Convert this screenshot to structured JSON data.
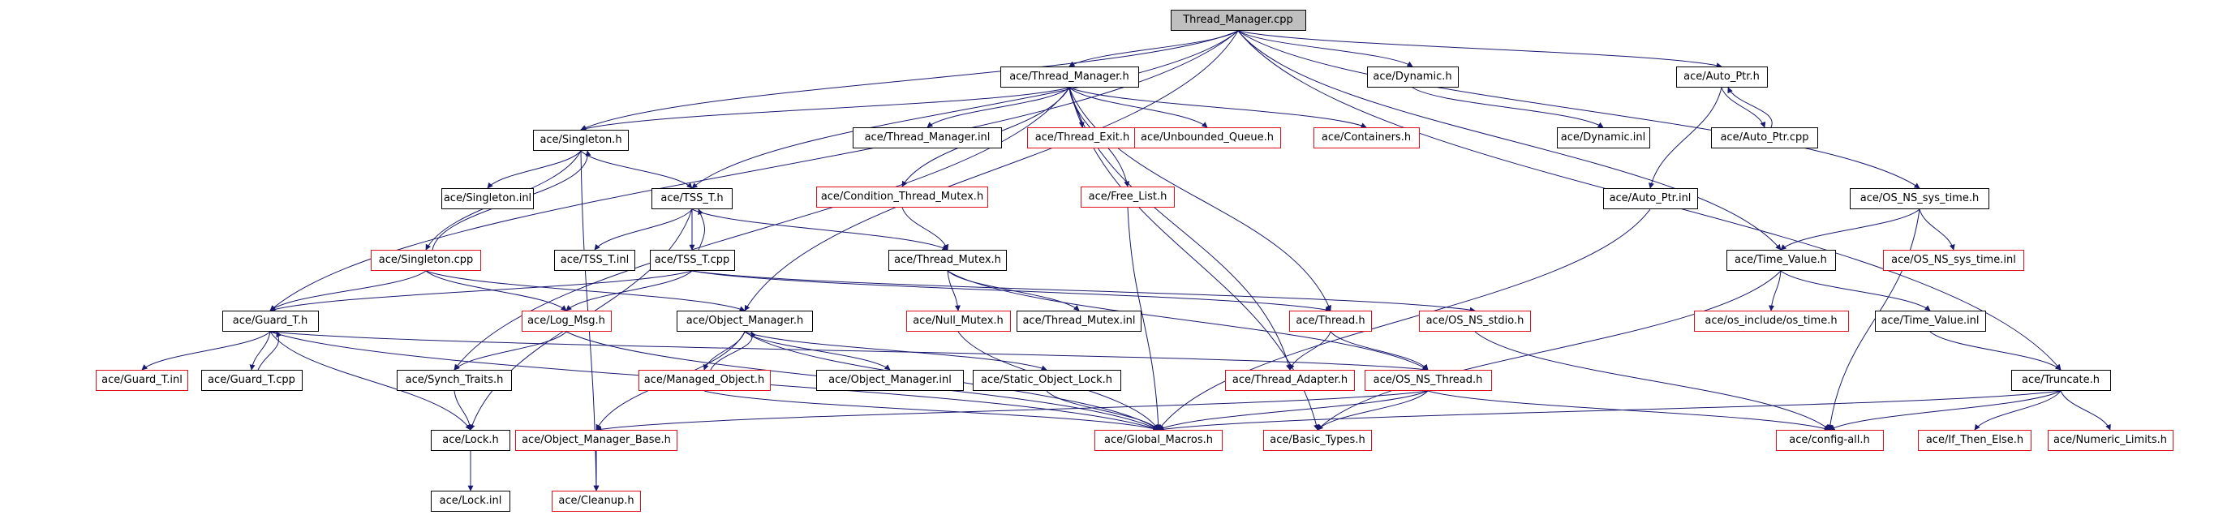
{
  "graph": {
    "edge_color": "#191970",
    "missing_border_color": "#e0101a",
    "root_fill": "#bfbfbf",
    "nodes": {
      "thread_manager_cpp": {
        "label": "Thread_Manager.cpp",
        "missing": false,
        "root": true
      },
      "thread_manager_h": {
        "label": "ace/Thread_Manager.h",
        "missing": false
      },
      "dynamic_h": {
        "label": "ace/Dynamic.h",
        "missing": false
      },
      "auto_ptr_h": {
        "label": "ace/Auto_Ptr.h",
        "missing": false
      },
      "singleton_h": {
        "label": "ace/Singleton.h",
        "missing": false
      },
      "thread_manager_inl": {
        "label": "ace/Thread_Manager.inl",
        "missing": false
      },
      "thread_exit_h": {
        "label": "ace/Thread_Exit.h",
        "missing": true
      },
      "unbounded_queue_h": {
        "label": "ace/Unbounded_Queue.h",
        "missing": true
      },
      "containers_h": {
        "label": "ace/Containers.h",
        "missing": true
      },
      "dynamic_inl": {
        "label": "ace/Dynamic.inl",
        "missing": false
      },
      "auto_ptr_cpp": {
        "label": "ace/Auto_Ptr.cpp",
        "missing": false
      },
      "singleton_inl": {
        "label": "ace/Singleton.inl",
        "missing": false
      },
      "tss_t_h": {
        "label": "ace/TSS_T.h",
        "missing": false
      },
      "condition_thread_mutex_h": {
        "label": "ace/Condition_Thread_Mutex.h",
        "missing": true
      },
      "free_list_h": {
        "label": "ace/Free_List.h",
        "missing": true
      },
      "auto_ptr_inl": {
        "label": "ace/Auto_Ptr.inl",
        "missing": false
      },
      "os_ns_sys_time_h": {
        "label": "ace/OS_NS_sys_time.h",
        "missing": false
      },
      "singleton_cpp": {
        "label": "ace/Singleton.cpp",
        "missing": true
      },
      "tss_t_inl": {
        "label": "ace/TSS_T.inl",
        "missing": false
      },
      "tss_t_cpp": {
        "label": "ace/TSS_T.cpp",
        "missing": false
      },
      "thread_mutex_h": {
        "label": "ace/Thread_Mutex.h",
        "missing": false
      },
      "time_value_h": {
        "label": "ace/Time_Value.h",
        "missing": false
      },
      "os_ns_sys_time_inl": {
        "label": "ace/OS_NS_sys_time.inl",
        "missing": true
      },
      "guard_t_h": {
        "label": "ace/Guard_T.h",
        "missing": false
      },
      "log_msg_h": {
        "label": "ace/Log_Msg.h",
        "missing": true
      },
      "object_manager_h": {
        "label": "ace/Object_Manager.h",
        "missing": false
      },
      "null_mutex_h": {
        "label": "ace/Null_Mutex.h",
        "missing": true
      },
      "thread_mutex_inl": {
        "label": "ace/Thread_Mutex.inl",
        "missing": false
      },
      "thread_h": {
        "label": "ace/Thread.h",
        "missing": true
      },
      "os_ns_stdio_h": {
        "label": "ace/OS_NS_stdio.h",
        "missing": true
      },
      "os_include_os_time_h": {
        "label": "ace/os_include/os_time.h",
        "missing": true
      },
      "time_value_inl": {
        "label": "ace/Time_Value.inl",
        "missing": false
      },
      "guard_t_inl": {
        "label": "ace/Guard_T.inl",
        "missing": true
      },
      "guard_t_cpp": {
        "label": "ace/Guard_T.cpp",
        "missing": false
      },
      "synch_traits_h": {
        "label": "ace/Synch_Traits.h",
        "missing": false
      },
      "managed_object_h": {
        "label": "ace/Managed_Object.h",
        "missing": true
      },
      "object_manager_inl": {
        "label": "ace/Object_Manager.inl",
        "missing": false
      },
      "static_object_lock_h": {
        "label": "ace/Static_Object_Lock.h",
        "missing": false
      },
      "thread_adapter_h": {
        "label": "ace/Thread_Adapter.h",
        "missing": true
      },
      "os_ns_thread_h": {
        "label": "ace/OS_NS_Thread.h",
        "missing": true
      },
      "truncate_h": {
        "label": "ace/Truncate.h",
        "missing": false
      },
      "lock_h": {
        "label": "ace/Lock.h",
        "missing": false
      },
      "object_manager_base_h": {
        "label": "ace/Object_Manager_Base.h",
        "missing": true
      },
      "global_macros_h": {
        "label": "ace/Global_Macros.h",
        "missing": true
      },
      "basic_types_h": {
        "label": "ace/Basic_Types.h",
        "missing": true
      },
      "config_all_h": {
        "label": "ace/config-all.h",
        "missing": true
      },
      "if_then_else_h": {
        "label": "ace/If_Then_Else.h",
        "missing": true
      },
      "numeric_limits_h": {
        "label": "ace/Numeric_Limits.h",
        "missing": true
      },
      "lock_inl": {
        "label": "ace/Lock.inl",
        "missing": false
      },
      "cleanup_h": {
        "label": "ace/Cleanup.h",
        "missing": true
      }
    },
    "edges": [
      [
        "thread_manager_cpp",
        "thread_manager_h"
      ],
      [
        "thread_manager_cpp",
        "dynamic_h"
      ],
      [
        "thread_manager_cpp",
        "auto_ptr_h"
      ],
      [
        "thread_manager_cpp",
        "singleton_h"
      ],
      [
        "thread_manager_cpp",
        "tss_t_h"
      ],
      [
        "thread_manager_cpp",
        "guard_t_h"
      ],
      [
        "thread_manager_cpp",
        "object_manager_h"
      ],
      [
        "thread_manager_cpp",
        "os_ns_sys_time_h"
      ],
      [
        "thread_manager_cpp",
        "time_value_h"
      ],
      [
        "thread_manager_cpp",
        "truncate_h"
      ],
      [
        "thread_manager_h",
        "thread_manager_inl"
      ],
      [
        "thread_manager_h",
        "thread_exit_h"
      ],
      [
        "thread_manager_h",
        "unbounded_queue_h"
      ],
      [
        "thread_manager_h",
        "containers_h"
      ],
      [
        "thread_manager_h",
        "singleton_h"
      ],
      [
        "thread_manager_h",
        "condition_thread_mutex_h"
      ],
      [
        "thread_manager_h",
        "free_list_h"
      ],
      [
        "thread_manager_h",
        "synch_traits_h"
      ],
      [
        "thread_manager_h",
        "thread_h"
      ],
      [
        "thread_manager_h",
        "thread_adapter_h"
      ],
      [
        "thread_manager_h",
        "basic_types_h"
      ],
      [
        "dynamic_h",
        "dynamic_inl"
      ],
      [
        "auto_ptr_h",
        "auto_ptr_cpp"
      ],
      [
        "auto_ptr_cpp",
        "auto_ptr_h"
      ],
      [
        "auto_ptr_h",
        "auto_ptr_inl"
      ],
      [
        "singleton_h",
        "singleton_inl"
      ],
      [
        "singleton_h",
        "tss_t_h"
      ],
      [
        "singleton_h",
        "singleton_cpp"
      ],
      [
        "singleton_cpp",
        "singleton_h"
      ],
      [
        "singleton_h",
        "cleanup_h"
      ],
      [
        "singleton_cpp",
        "guard_t_h"
      ],
      [
        "singleton_cpp",
        "log_msg_h"
      ],
      [
        "singleton_cpp",
        "object_manager_h"
      ],
      [
        "tss_t_h",
        "tss_t_inl"
      ],
      [
        "tss_t_h",
        "tss_t_cpp"
      ],
      [
        "tss_t_cpp",
        "tss_t_h"
      ],
      [
        "tss_t_h",
        "thread_mutex_h"
      ],
      [
        "tss_t_h",
        "lock_h"
      ],
      [
        "tss_t_cpp",
        "guard_t_h"
      ],
      [
        "tss_t_cpp",
        "log_msg_h"
      ],
      [
        "tss_t_cpp",
        "thread_h"
      ],
      [
        "tss_t_cpp",
        "os_ns_stdio_h"
      ],
      [
        "condition_thread_mutex_h",
        "thread_mutex_h"
      ],
      [
        "free_list_h",
        "global_macros_h"
      ],
      [
        "thread_mutex_h",
        "null_mutex_h"
      ],
      [
        "thread_mutex_h",
        "thread_mutex_inl"
      ],
      [
        "thread_mutex_h",
        "os_ns_thread_h"
      ],
      [
        "os_ns_sys_time_h",
        "time_value_h"
      ],
      [
        "os_ns_sys_time_h",
        "os_ns_sys_time_inl"
      ],
      [
        "os_ns_sys_time_h",
        "config_all_h"
      ],
      [
        "time_value_h",
        "os_include_os_time_h"
      ],
      [
        "time_value_h",
        "time_value_inl"
      ],
      [
        "time_value_h",
        "basic_types_h"
      ],
      [
        "time_value_inl",
        "truncate_h"
      ],
      [
        "guard_t_h",
        "guard_t_inl"
      ],
      [
        "guard_t_h",
        "guard_t_cpp"
      ],
      [
        "guard_t_cpp",
        "guard_t_h"
      ],
      [
        "guard_t_h",
        "lock_h"
      ],
      [
        "guard_t_h",
        "os_ns_thread_h"
      ],
      [
        "guard_t_h",
        "global_macros_h"
      ],
      [
        "log_msg_h",
        "synch_traits_h"
      ],
      [
        "log_msg_h",
        "global_macros_h"
      ],
      [
        "object_manager_h",
        "managed_object_h"
      ],
      [
        "managed_object_h",
        "object_manager_h"
      ],
      [
        "object_manager_h",
        "object_manager_inl"
      ],
      [
        "object_manager_h",
        "static_object_lock_h"
      ],
      [
        "object_manager_h",
        "object_manager_base_h"
      ],
      [
        "object_manager_h",
        "global_macros_h"
      ],
      [
        "managed_object_h",
        "global_macros_h"
      ],
      [
        "static_object_lock_h",
        "global_macros_h"
      ],
      [
        "null_mutex_h",
        "global_macros_h"
      ],
      [
        "thread_h",
        "thread_adapter_h"
      ],
      [
        "thread_h",
        "os_ns_thread_h"
      ],
      [
        "os_ns_stdio_h",
        "config_all_h"
      ],
      [
        "os_ns_thread_h",
        "global_macros_h"
      ],
      [
        "os_ns_thread_h",
        "basic_types_h"
      ],
      [
        "os_ns_thread_h",
        "config_all_h"
      ],
      [
        "os_ns_thread_h",
        "object_manager_base_h"
      ],
      [
        "truncate_h",
        "global_macros_h"
      ],
      [
        "truncate_h",
        "config_all_h"
      ],
      [
        "truncate_h",
        "if_then_else_h"
      ],
      [
        "truncate_h",
        "numeric_limits_h"
      ],
      [
        "synch_traits_h",
        "lock_h"
      ],
      [
        "lock_h",
        "lock_inl"
      ],
      [
        "object_manager_base_h",
        "cleanup_h"
      ],
      [
        "auto_ptr_inl",
        "global_macros_h"
      ]
    ]
  }
}
